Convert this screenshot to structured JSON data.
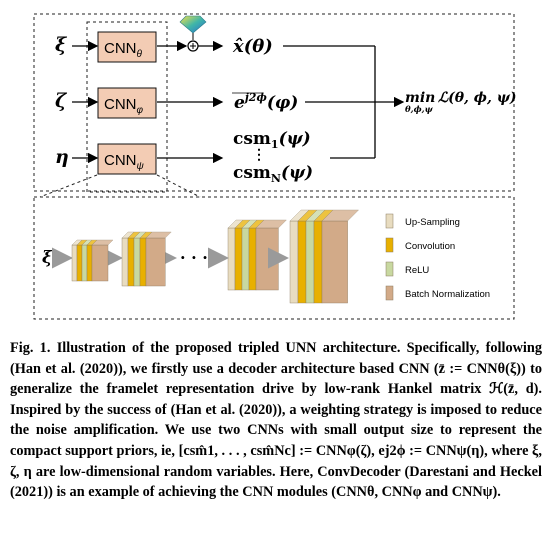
{
  "diagram": {
    "inputs": {
      "xi": "ξ",
      "zeta": "ζ",
      "eta": "η"
    },
    "cnn": {
      "top": {
        "main": "CNN",
        "sub": "θ"
      },
      "mid": {
        "main": "CNN",
        "sub": "φ"
      },
      "bot": {
        "main": "CNN",
        "sub": "ψ"
      }
    },
    "outputs": {
      "x": "x̂(θ)",
      "ej": "e",
      "ej_exp": "j2ϕ",
      "ej_arg": "(φ)",
      "csm1": "csm",
      "csm1_sub": "1",
      "csm1_arg": "(ψ)",
      "dots": "⋮",
      "csmN": "csm",
      "csmN_sub": "N",
      "csmN_arg": "(ψ)"
    },
    "objective": {
      "min": "min",
      "min_sub": "θ,ϕ,ψ",
      "loss": "ℒ(θ, ϕ, ψ)"
    },
    "detail_input": "ξ",
    "ellipsis": "· · ·",
    "legend": [
      {
        "label": "Up-Sampling",
        "color": "#e8dcc0"
      },
      {
        "label": "Convolution",
        "color": "#e8b000"
      },
      {
        "label": "ReLU",
        "color": "#c8d8a0"
      },
      {
        "label": "Batch Normalization",
        "color": "#d2aa88"
      }
    ]
  },
  "caption": {
    "fig_label": "Fig. 1.",
    "text": "Illustration of the proposed tripled UNN architecture. Specifically, following (Han et al. (2020)), we firstly use a decoder architecture based CNN (z̄ := CNNθ(ξ)) to generalize the framelet representation drive by low-rank Hankel matrix ℋ(z̄, d). Inspired by the success of (Han et al. (2020)), a weighting strategy is imposed to reduce the noise amplification. We use two CNNs with small output size to represent the compact support priors, ie, [csm̂1, . . . , csm̂Nc] := CNNφ(ζ), ej2ϕ := CNNψ(η), where ξ, ζ, η are low-dimensional random variables. Here, ConvDecoder (Darestani and Heckel (2021)) is an example of achieving the CNN modules (CNNθ, CNNφ and CNNψ)."
  }
}
